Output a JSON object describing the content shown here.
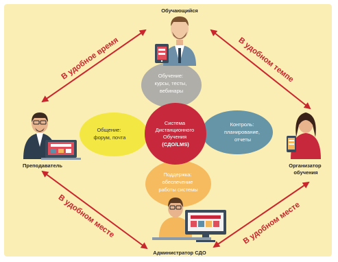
{
  "colors": {
    "background": "#fbeeb4",
    "arrow": "#c8252c",
    "center": "#c8283c",
    "top": "#a6a6a6",
    "left": "#f2e73d",
    "right": "#5f8fa8",
    "bottom": "#f5b75b"
  },
  "roles": {
    "top": "Обучающийся",
    "left": "Преподаватель",
    "right": [
      "Организатор",
      "обучения"
    ],
    "bottom": "Администратор СДО"
  },
  "center": [
    "Система",
    "Дистанционного",
    "Обучения",
    "(СДО/LMS)"
  ],
  "petals": {
    "top": [
      "Обучение:",
      "курсы, тесты,",
      "вебинары"
    ],
    "left": [
      "Общение:",
      "форум, почта"
    ],
    "right": [
      "Контроль:",
      "планирование,",
      "отчеты"
    ],
    "bottom": [
      "Поддержка:",
      "обеспечение",
      "работы системы"
    ]
  },
  "arrows": {
    "top_left": "В удобное время",
    "top_right": "В удобном темпе",
    "bottom_left": "В удобном месте",
    "bottom_right": "В удобном месте"
  },
  "icons": {
    "student": "student-with-tablet-icon",
    "teacher": "teacher-at-laptop-icon",
    "organizer": "organizer-with-phone-icon",
    "admin": "admin-at-computer-icon"
  }
}
